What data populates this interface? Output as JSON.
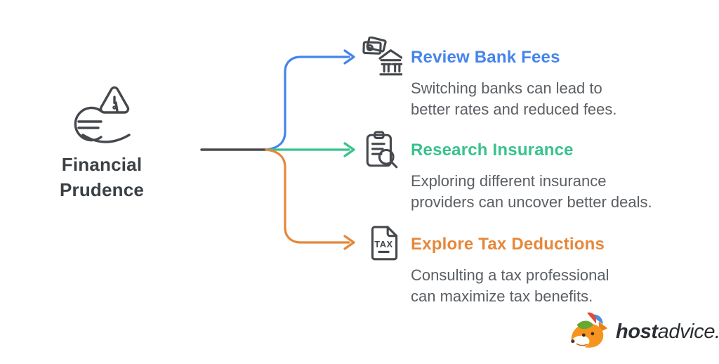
{
  "page": {
    "title": "Financial Prudence mind map",
    "background_color": "#ffffff"
  },
  "center_node": {
    "icon": "euro-alert-icon",
    "label_line1": "Financial",
    "label_line2": "Prudence",
    "text_color": "#3b4045"
  },
  "connectors": {
    "trunk_color": "#4a4a4a",
    "branch_colors": [
      "#4584ec",
      "#38c28c",
      "#e6873a"
    ]
  },
  "branches": [
    {
      "id": "review-bank-fees",
      "icon": "bank-money-icon",
      "title": "Review Bank Fees",
      "desc_line1": "Switching banks can lead to",
      "desc_line2": "better rates and reduced fees.",
      "color": "#4584ec"
    },
    {
      "id": "research-insurance",
      "icon": "clipboard-search-icon",
      "title": "Research Insurance",
      "desc_line1": "Exploring different insurance",
      "desc_line2": "providers can uncover better deals.",
      "color": "#38c28c"
    },
    {
      "id": "explore-tax-deductions",
      "icon": "tax-document-icon",
      "icon_text": "TAX",
      "title": "Explore Tax Deductions",
      "desc_line1": "Consulting a tax professional",
      "desc_line2": "can maximize tax benefits.",
      "color": "#e6873a"
    }
  ],
  "logo": {
    "icon": "hostadvice-fox-icon",
    "text_bold": "host",
    "text_regular": "advice.",
    "text_color": "#2b2f33"
  },
  "description_text_color": "#5b5f63",
  "icon_stroke_color": "#45484c"
}
